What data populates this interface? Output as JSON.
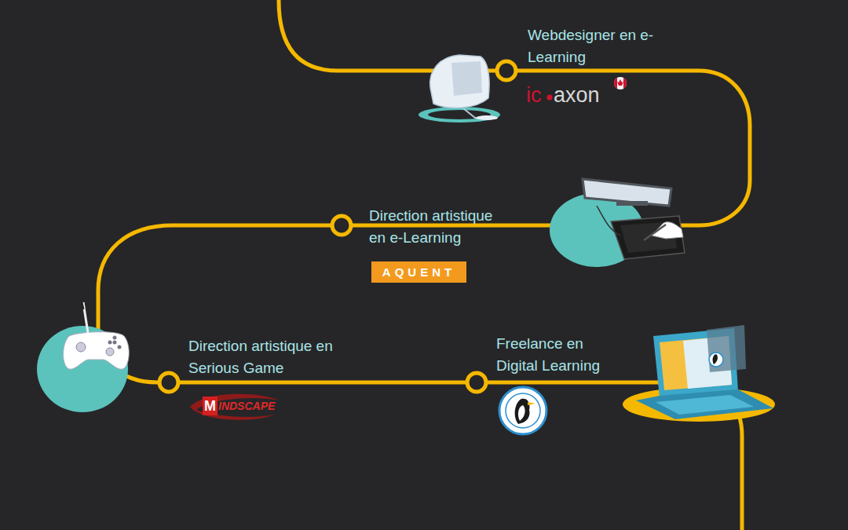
{
  "diagram": {
    "labels": [
      "Webdesigner en e-Learning",
      "ic",
      "axon",
      "Direction artistique en e-Learning",
      "AQUENT",
      "Direction artistique en Serious Game",
      "M",
      "INDSCAPE",
      "Freelance en Digital Learning"
    ]
  }
}
